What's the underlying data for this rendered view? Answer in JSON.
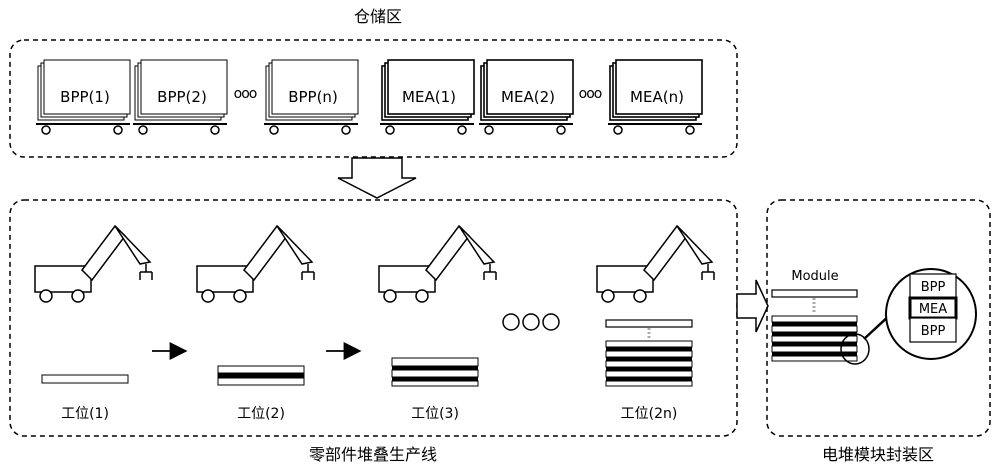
{
  "storage": {
    "title": "仓储区",
    "racks": [
      {
        "label": "BPP(1)"
      },
      {
        "label": "BPP(2)"
      },
      {
        "label": "BPP(n)"
      },
      {
        "label": "MEA(1)"
      },
      {
        "label": "MEA(2)"
      },
      {
        "label": "MEA(n)"
      }
    ],
    "ellipsis_1": "ooo",
    "ellipsis_2": "ooo"
  },
  "line": {
    "title": "零部件堆叠生产线",
    "stations": [
      {
        "label": "工位(1)"
      },
      {
        "label": "工位(2)"
      },
      {
        "label": "工位(3)"
      },
      {
        "label": "工位(2n)"
      }
    ]
  },
  "packaging": {
    "title": "电堆模块封装区",
    "module_label": "Module",
    "detail_layers": [
      "BPP",
      "MEA",
      "BPP"
    ]
  }
}
